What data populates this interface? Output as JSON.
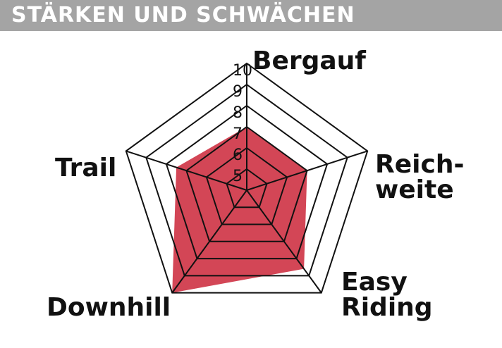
{
  "header": {
    "title": "STÄRKEN UND SCHWÄCHEN"
  },
  "colors": {
    "header_bg": "#a4a4a4",
    "header_text": "#ffffff",
    "grid": "#111111",
    "fill": "#d34656"
  },
  "chart_data": {
    "type": "radar",
    "axes": [
      "Bergauf",
      "Reich-\nweite",
      "Easy\nRiding",
      "Downhill",
      "Trail"
    ],
    "rings": [
      5,
      6,
      7,
      8,
      9,
      10
    ],
    "ticks": [
      "5",
      "6",
      "7",
      "8",
      "9",
      "10"
    ],
    "range": [
      4,
      10
    ],
    "series": [
      {
        "values": [
          7,
          7,
          8.6,
          10,
          7.5
        ]
      }
    ]
  }
}
